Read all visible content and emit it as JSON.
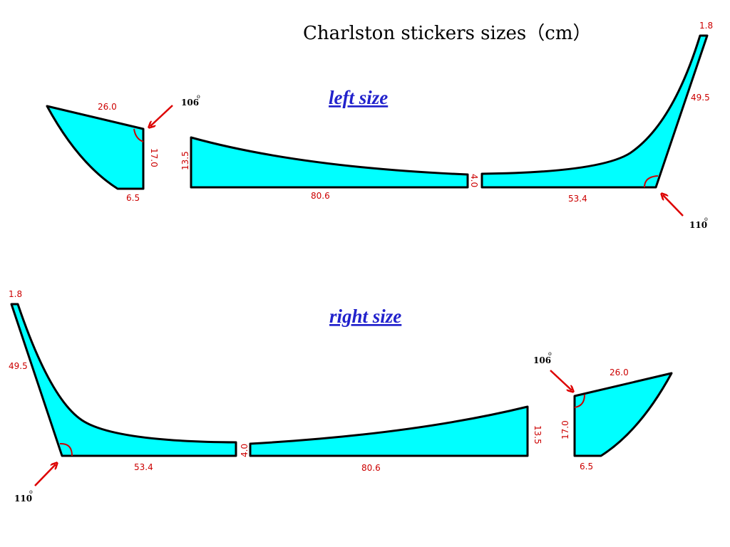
{
  "title": "Charlston stickers sizes（cm）",
  "colors": {
    "sticker_fill": "#00ffff",
    "outline": "#000000",
    "dimension": "#cc0000",
    "heading": "#2222cc",
    "arrow": "#dd0000"
  },
  "left": {
    "heading": "left   size",
    "small_piece": {
      "top_edge": "26.0",
      "right_edge": "17.0",
      "bottom_edge": "6.5",
      "angle": "106"
    },
    "middle_piece": {
      "left_edge": "13.5",
      "bottom_edge": "80.6",
      "right_edge": "4.0"
    },
    "tail_piece": {
      "tip_width": "1.8",
      "slant_edge": "49.5",
      "bottom_edge": "53.4",
      "angle": "110"
    }
  },
  "right": {
    "heading": "right   size",
    "tail_piece": {
      "tip_width": "1.8",
      "slant_edge": "49.5",
      "bottom_edge": "53.4",
      "angle": "110",
      "joint_edge": "4.0"
    },
    "middle_piece": {
      "bottom_edge": "80.6",
      "right_edge": "13.5"
    },
    "small_piece": {
      "top_edge": "26.0",
      "left_edge": "17.0",
      "bottom_edge": "6.5",
      "angle": "106"
    }
  },
  "degree_symbol": "o"
}
